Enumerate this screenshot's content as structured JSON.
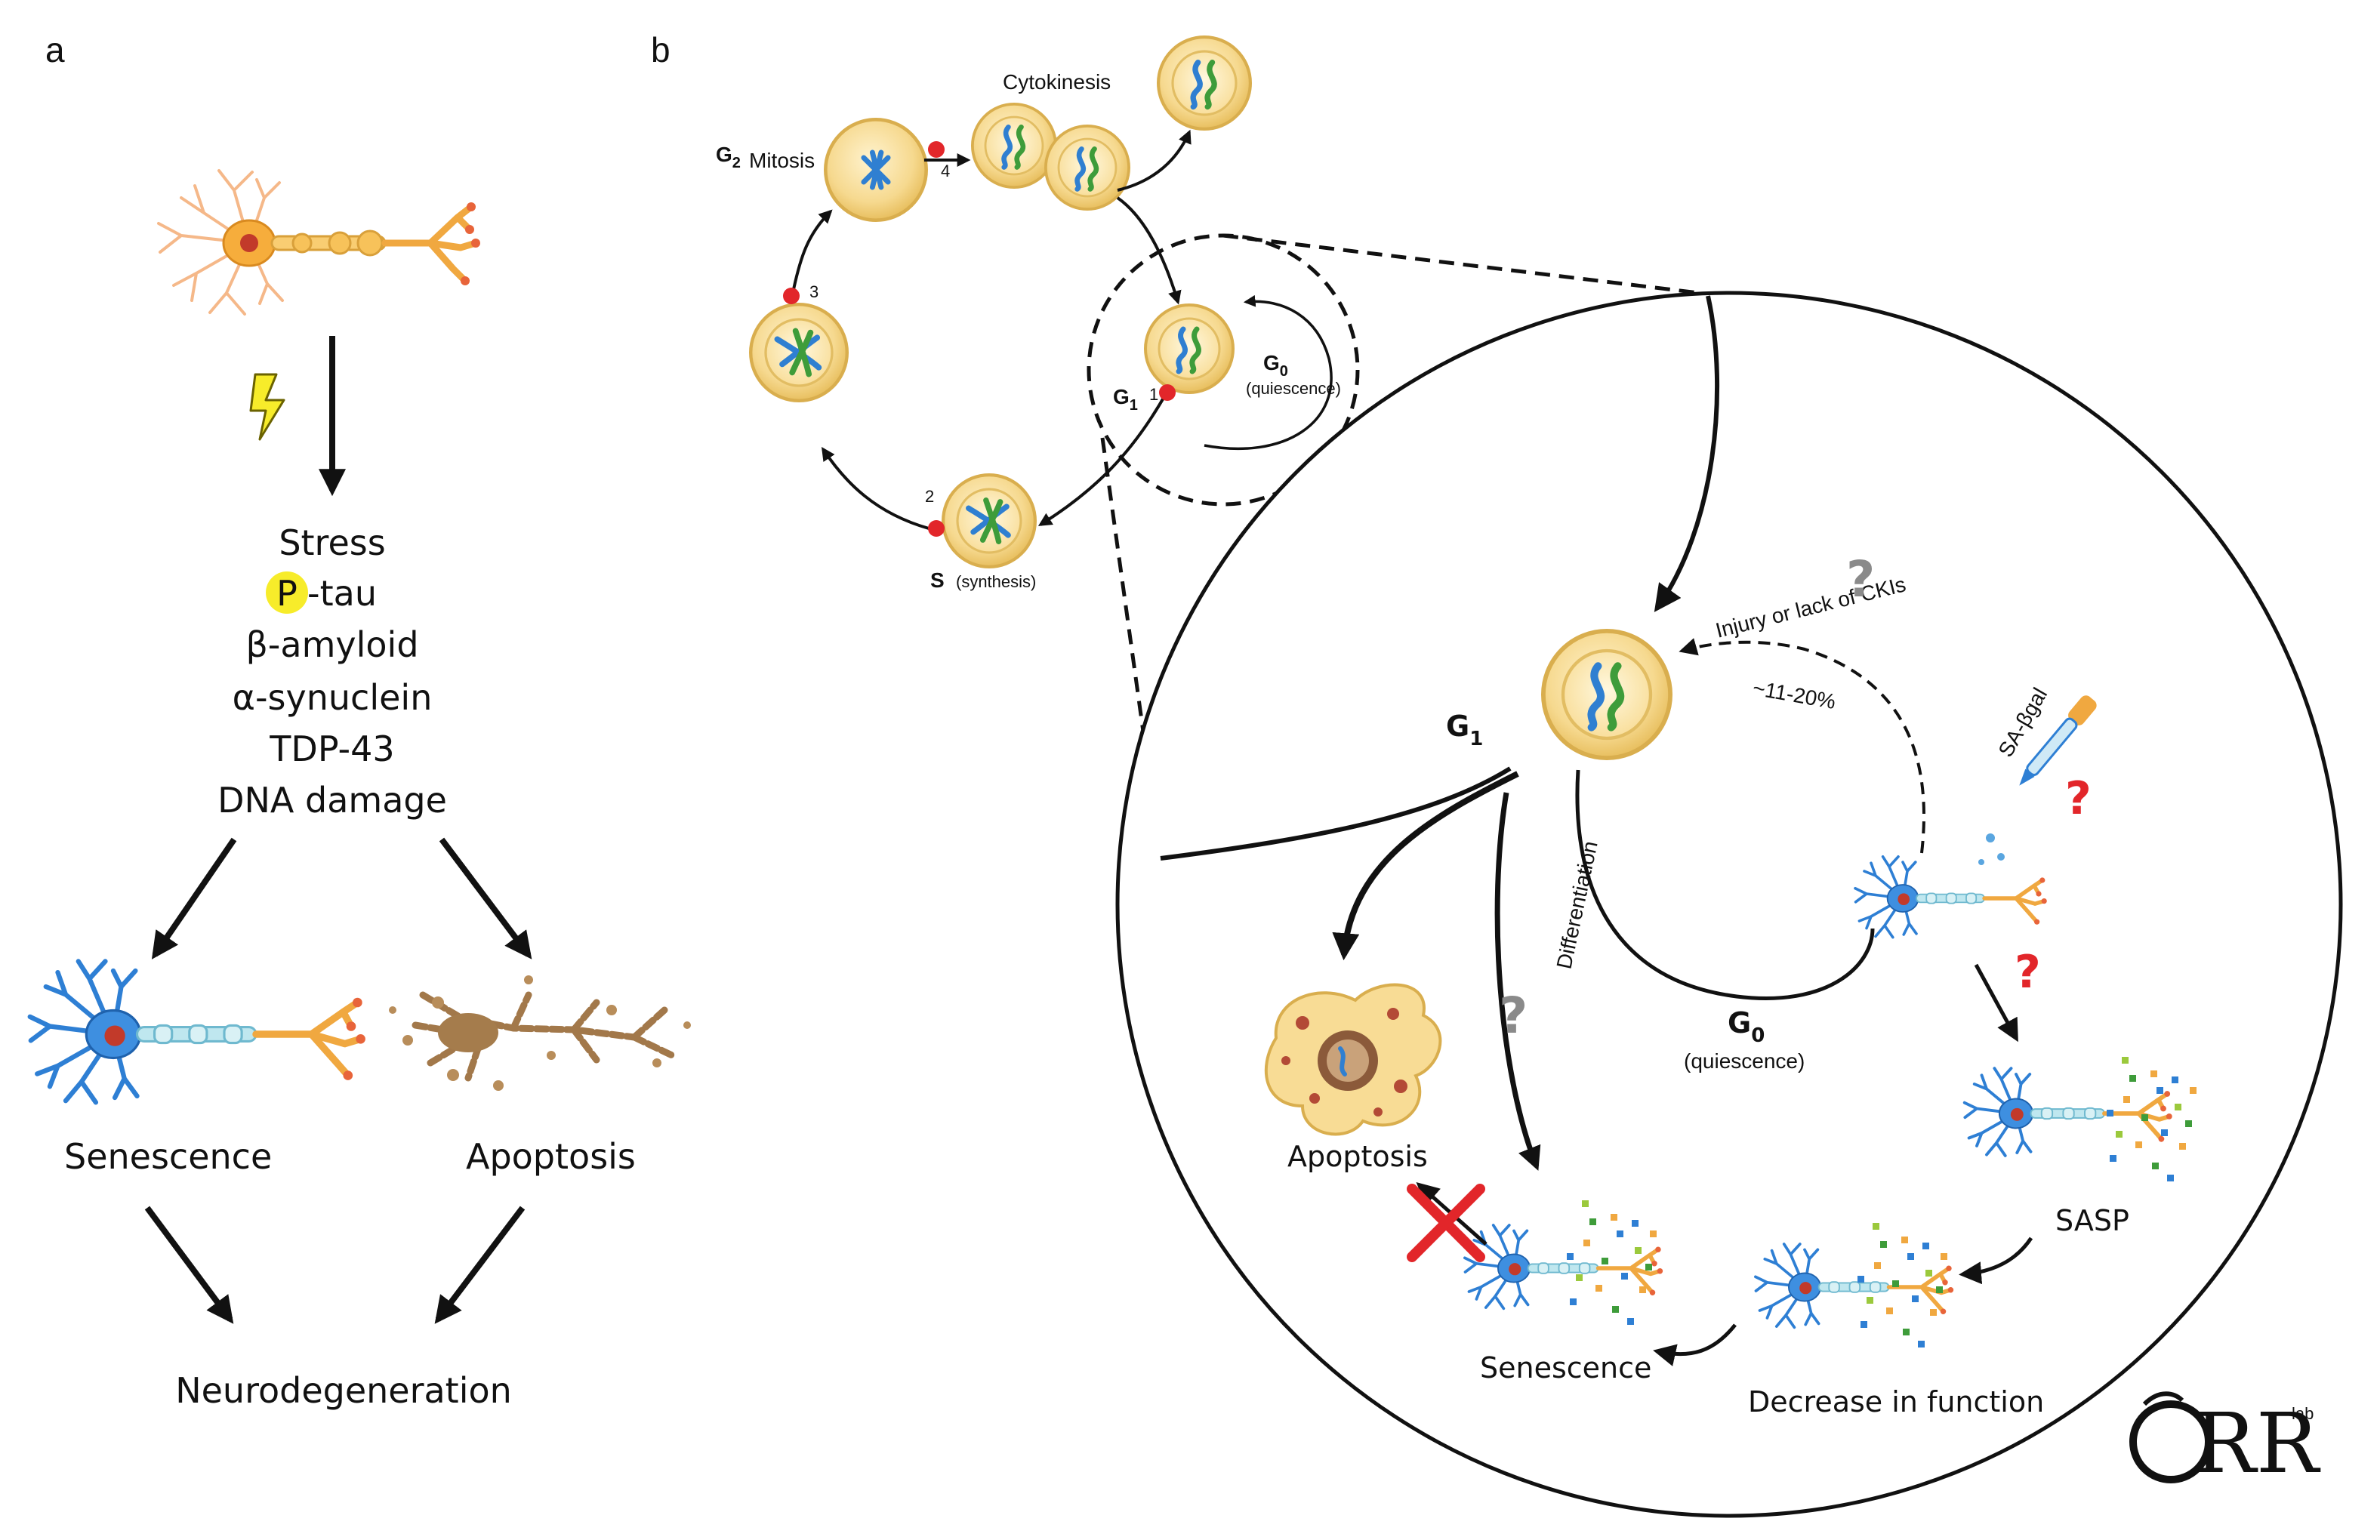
{
  "panel_a": {
    "label": "a",
    "stress_list": [
      "Stress",
      "-tau",
      "β-amyloid",
      "α-synuclein",
      "TDP-43",
      "DNA damage"
    ],
    "p_badge": "P",
    "outcome_left": "Senescence",
    "outcome_right": "Apoptosis",
    "final": "Neurodegeneration"
  },
  "panel_b": {
    "label": "b",
    "cycle": {
      "g2_letter": "G",
      "g2_sub": "2",
      "mitosis": "Mitosis",
      "cytokinesis": "Cytokinesis",
      "g0_letter": "G",
      "g0_sub": "0",
      "g0_note": "(quiescence)",
      "g1_letter": "G",
      "g1_sub": "1",
      "s_letter": "S",
      "s_note": "(synthesis)",
      "checkpoints": [
        "1",
        "2",
        "3",
        "4"
      ]
    },
    "zoom": {
      "g1_letter": "G",
      "g1_sub": "1",
      "g0_letter": "G",
      "g0_sub": "0",
      "g0_note": "(quiescence)",
      "injury_label": "Injury or lack of CKIs",
      "percent": "~11-20%",
      "differentiation": "Differentiation",
      "sa_bgal": "SA-βgal",
      "apoptosis": "Apoptosis",
      "sasp": "SASP",
      "decrease": "Decrease in function",
      "senescence": "Senescence",
      "question_mark": "?"
    }
  },
  "logo": {
    "text": "RR",
    "superscript": "lab"
  },
  "colors": {
    "cell_fill": "#f7dc96",
    "cell_edge": "#d9ae4e",
    "nucleus_fill": "#fde9b0",
    "chrom_blue": "#2f7fd1",
    "chrom_green": "#3e9c3a",
    "checkpoint": "#e2262a",
    "highlight_yellow": "#f7ec2a",
    "neuron_orange": "#f0a840",
    "neuron_blue": "#2e7fd4",
    "apoptotic_brown": "#a2784a",
    "question_grey": "#8a8a8a",
    "question_red": "#e2262a"
  }
}
